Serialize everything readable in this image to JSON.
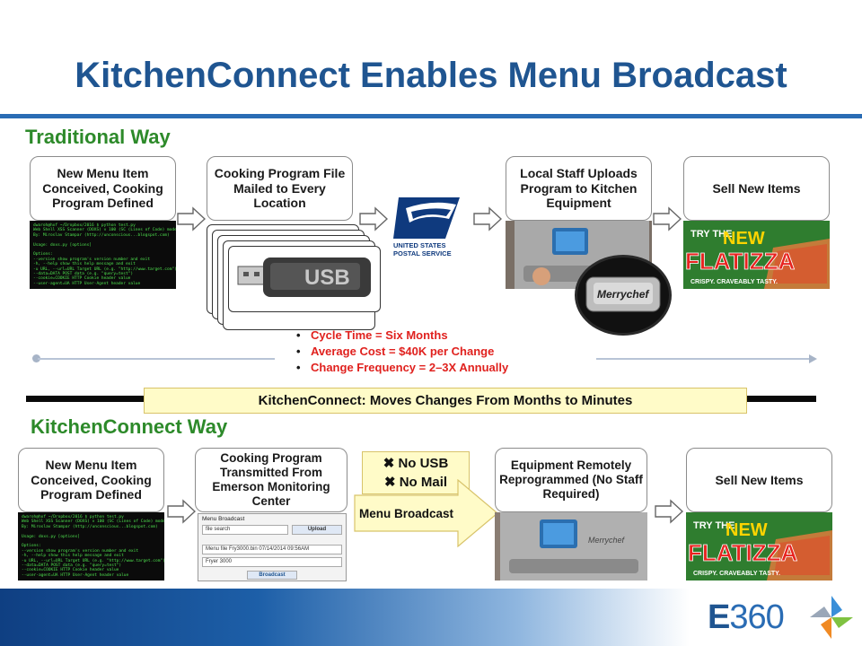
{
  "title": "KitchenConnect Enables Menu Broadcast",
  "traditional": {
    "heading": "Traditional Way",
    "steps": [
      "New Menu Item Conceived, Cooking Program Defined",
      "Cooking Program File Mailed to Every Location",
      "Local Staff Uploads Program to Kitchen Equipment",
      "Sell New Items"
    ],
    "bullets": [
      "Cycle Time = Six Months",
      "Average Cost = $40K per Change",
      "Change Frequency = 2–3X Annually"
    ]
  },
  "banner": "KitchenConnect: Moves Changes From Months to Minutes",
  "kitchenconnect": {
    "heading": "KitchenConnect Way",
    "steps": [
      "New Menu Item Conceived, Cooking Program Defined",
      "Cooking Program Transmitted From Emerson Monitoring Center",
      "Equipment Remotely Reprogrammed (No Staff Required)",
      "Sell New Items"
    ],
    "no_usb": "✖ No USB",
    "no_mail": "✖ No Mail",
    "menu_broadcast": "Menu Broadcast"
  },
  "images": {
    "usb_label": "USB",
    "usps_line1": "UNITED STATES",
    "usps_line2": "POSTAL SERVICE",
    "merrychef": "Merrychef",
    "flatizza_try": "TRY THE",
    "flatizza_new": "NEW",
    "flatizza_name": "FLATIZZA",
    "flatizza_tag": "CRISPY. CRAVEABLY TASTY."
  },
  "app_window": {
    "title": "Menu Broadcast",
    "search_placeholder": "file search",
    "upload": "Upload",
    "file": "Menu file Fry3000.bin 07/14/2014 09:56AM",
    "device": "Fryer 3000",
    "broadcast": "Broadcast"
  },
  "logo": {
    "letter": "E",
    "number": "360"
  },
  "terminal_lines": [
    "dwaroh@hxf ~/Dropbox/2016 $ python test.py",
    "Web Shell XSS Scanner (DOXS) v 100 (SC (Lines of Code) mode)",
    "By: Miroslav Stampar (http://unconscious...blogspot.com)",
    "",
    "Usage: doxs.py [options]",
    "",
    "Options:",
    "  --version       show program's version number and exit",
    "  -h, --help      show this help message and exit",
    "  -u URL, --url=URL  Target URL (e.g. \"http://www.target.com\")",
    "  --data=DATA     POST data (e.g. \"query=test\")",
    "  --cookie=COOKIE HTTP Cookie header value",
    "  --user-agent=UA HTTP User-Agent header value"
  ],
  "colors": {
    "title": "#1f5591",
    "section": "#2d8a2a",
    "bullets": "#e0211e",
    "banner_bg": "#fffbc8"
  }
}
